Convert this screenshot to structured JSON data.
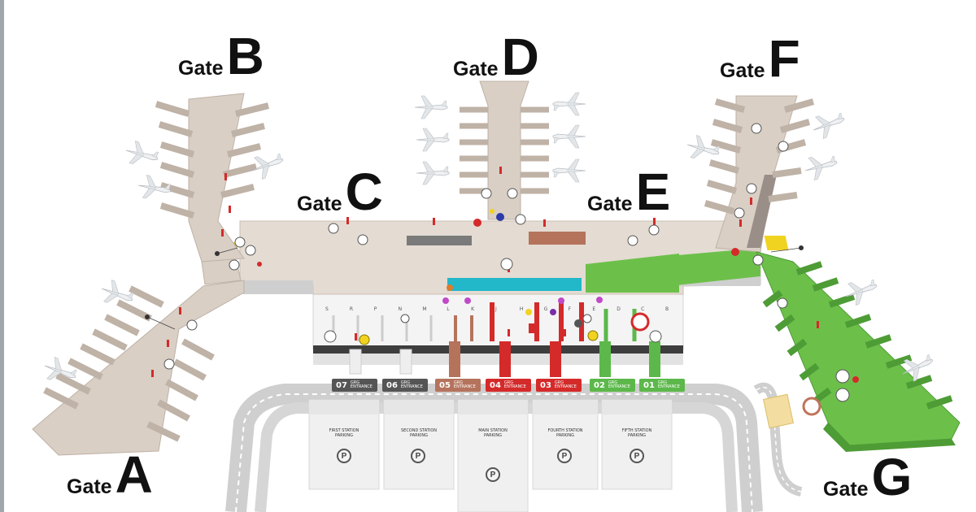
{
  "gates": [
    {
      "id": "A",
      "word": "Gate",
      "letter": "A"
    },
    {
      "id": "B",
      "word": "Gate",
      "letter": "B"
    },
    {
      "id": "C",
      "word": "Gate",
      "letter": "C"
    },
    {
      "id": "D",
      "word": "Gate",
      "letter": "D"
    },
    {
      "id": "E",
      "word": "Gate",
      "letter": "E"
    },
    {
      "id": "F",
      "word": "Gate",
      "letter": "F"
    },
    {
      "id": "G",
      "word": "Gate",
      "letter": "G"
    }
  ],
  "entrances": [
    {
      "num": "07",
      "sub_top": "GRG",
      "sub_bottom": "ENTRANCE",
      "color": "#555555"
    },
    {
      "num": "06",
      "sub_top": "GRG",
      "sub_bottom": "ENTRANCE",
      "color": "#555555"
    },
    {
      "num": "05",
      "sub_top": "GRG",
      "sub_bottom": "ENTRANCE",
      "color": "#b5735c"
    },
    {
      "num": "04",
      "sub_top": "GRG",
      "sub_bottom": "ENTRANCE",
      "color": "#d42a2a"
    },
    {
      "num": "03",
      "sub_top": "GRG",
      "sub_bottom": "ENTRANCE",
      "color": "#d42a2a"
    },
    {
      "num": "02",
      "sub_top": "GRG",
      "sub_bottom": "ENTRANCE",
      "color": "#5cb84a"
    },
    {
      "num": "01",
      "sub_top": "GRG",
      "sub_bottom": "ENTRANCE",
      "color": "#5cb84a"
    }
  ],
  "parking_lots": [
    {
      "label": "FIRST STATION",
      "sub": "PARKING",
      "icon": "P"
    },
    {
      "label": "SECOND STATION",
      "sub": "PARKING",
      "icon": "P"
    },
    {
      "label": "MAIN STATION",
      "sub": "PARKING",
      "icon": "P"
    },
    {
      "label": "FOURTH STATION",
      "sub": "PARKING",
      "icon": "P"
    },
    {
      "label": "FIFTH STATION",
      "sub": "PARKING",
      "icon": "P"
    }
  ],
  "check_in_rows": [
    "S",
    "R",
    "P",
    "N",
    "M",
    "L",
    "K",
    "J",
    "H",
    "G",
    "F",
    "E",
    "D",
    "C",
    "B"
  ],
  "colors": {
    "pier": "#d9cfc5",
    "pier_dark": "#bfb2a6",
    "green_zone": "#6cc04a",
    "green_dark": "#4e9c35",
    "red_accent": "#d42a2a",
    "brown_accent": "#b5735c",
    "cyan_area": "#22b7c9",
    "yellow_area": "#f0d321",
    "road": "#c9c9c9",
    "terminal_base": "#f1f1f1"
  },
  "icons": [
    "restroom-icon",
    "restaurant-icon",
    "info-icon",
    "airplane-icon",
    "parking-icon",
    "wheelchair-icon",
    "train-icon"
  ]
}
